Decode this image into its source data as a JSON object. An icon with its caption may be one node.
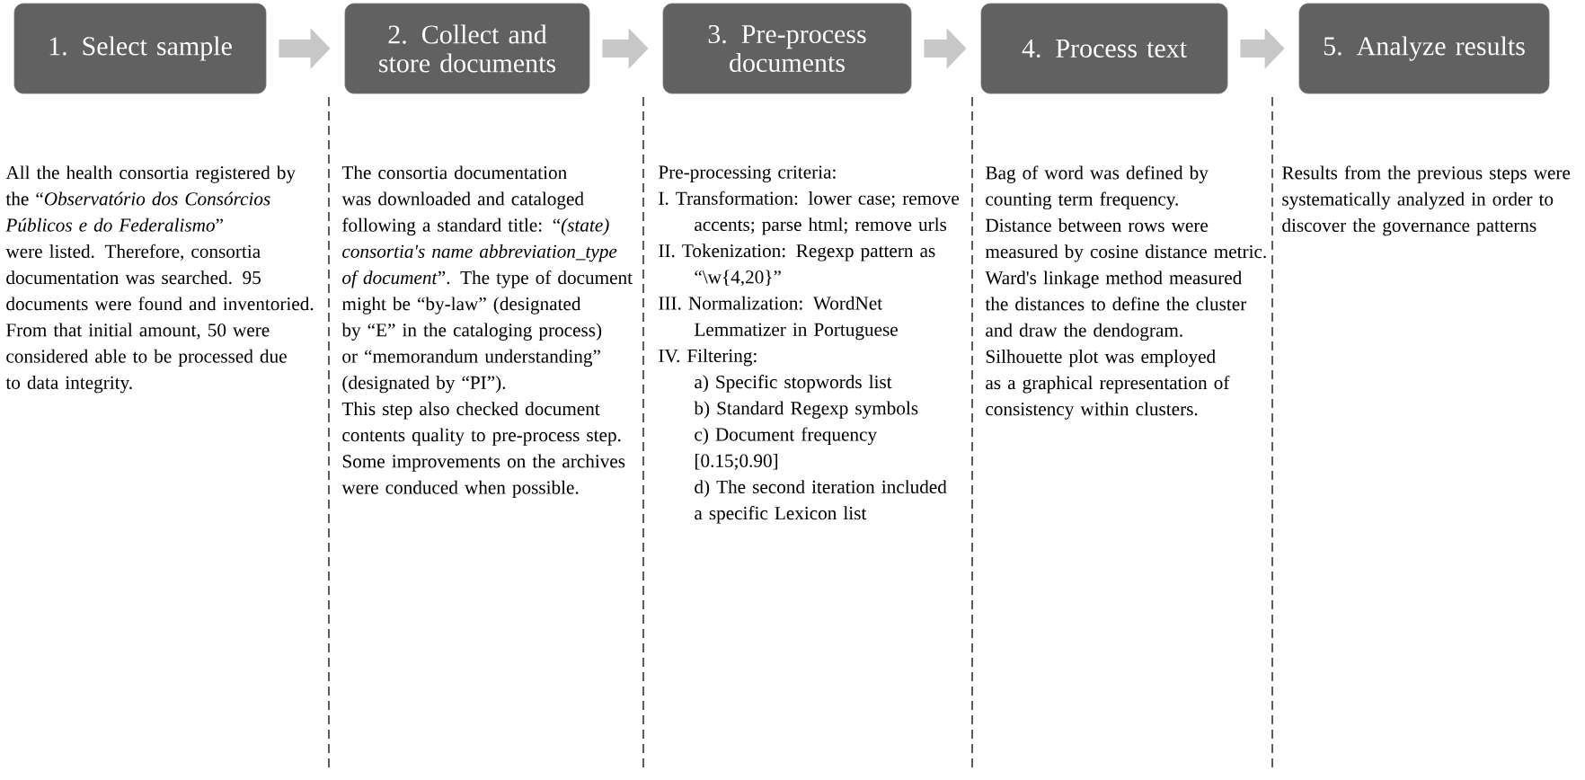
{
  "diagram": {
    "nodes": [
      {
        "text": [
          "1. Select sample"
        ],
        "beside": [
          "All the health consortia registered by the “*Observatório dos Consórcios Públicos e do Federalismo*” were listed. Therefore, consortia documentation was searched. 95 documents were found and inventoried. From that initial amount, 50 were considered able to be processed due to data integrity."
        ]
      },
      {
        "text": [
          "2. Collect and store documents"
        ],
        "beside": [
          "The consortia documentation was downloaded and cataloged following a standard title: “*(state) consortia's name abbreviation_type of document*”. The type of document might be “by-law” (designated by “E” in the cataloging process) or “memorandum understanding” (designated by “PI”).",
          "This step also checked document contents quality to pre-process step. Some improvements on the archives were conduced when possible."
        ]
      },
      {
        "text": [
          "3. Pre-process documents"
        ],
        "beside": [
          "Pre-processing criteria:",
          "I. Transformation: lower case; remove accents; parse html; remove urls",
          "II. Tokenization: Regexp pattern as “\\w{4,20}”",
          "III. Normalization: WordNet Lemmatizer in Portuguese",
          "IV. Filtering:",
          "a) Specific stopwords list",
          "b) Standard Regexp symbols",
          "c) Document frequency [0.15;0.90]",
          "d) The second iteration included a specific Lexicon list"
        ]
      },
      {
        "text": [
          "4. Process text"
        ],
        "beside": [
          "Bag of word was defined by counting term frequency.",
          "Distance between rows were measured by cosine distance metric.",
          "Ward's linkage method measured the distances to define the cluster and draw the dendogram.",
          "Silhouette plot was employed as a graphical representation of consistency within clusters."
        ]
      },
      {
        "text": [
          "5. Analyze results"
        ],
        "beside": [
          "Results from the previous steps were systematically analyzed in order to discover the governance patterns"
        ]
      }
    ],
    "edges": [
      {
        "from": 0,
        "to": 1,
        "arrow": "to"
      },
      {
        "from": 1,
        "to": 2,
        "arrow": "to"
      },
      {
        "from": 2,
        "to": 3,
        "arrow": "to"
      },
      {
        "from": 3,
        "to": 4,
        "arrow": "to"
      }
    ]
  }
}
